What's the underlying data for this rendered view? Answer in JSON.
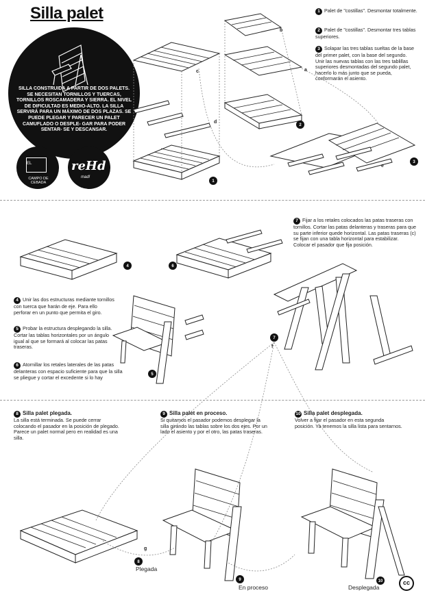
{
  "title": "Silla palet",
  "intro": "SILLA CONSTRUIDA A PARTIR DE DOS PALETS. SE NECESITAN TORNILLOS Y TUERCAS, TORNILLOS ROSCAMADERA Y SIERRA. EL NIVEL DE DIFICULTAD ES MEDIO-ALTO. LA SILLA SERVIRÁ PARA UN MÁXIMO DE DOS PLAZAS. SE PUEDE PLEGAR Y PARECER UN PALET CAMUFLADO O DESPLE- GAR PARA PODER SENTAR- SE Y DESCANSAR.",
  "logos": {
    "logo1_small": "EL",
    "logo1_text": "CAMPO DE CEBADA",
    "logo2_text": "reHd",
    "logo2_small": "mad!"
  },
  "steps": [
    {
      "num": "1",
      "text": "Palet de \"costillas\". Desmontar totalmente."
    },
    {
      "num": "2",
      "text": "Palet de \"costillas\". Desmontar tres tablas superiores."
    },
    {
      "num": "3",
      "text": "Solapar las tres tablas sueltas de la base del primer palet, con la base del segundo. Unir las nuevas tablas con las tres tablillas superiores desmontadas del segundo palet, hacerlo lo más junto que se pueda, conformarán el asiento."
    },
    {
      "num": "4",
      "text": "Unir las dos estructuras mediante tornillos con tuerca que harán de eje. Para ello perforar en un punto que permita el giro."
    },
    {
      "num": "5",
      "text": "Probar la estructura desplegando la silla. Cortar las tablas horizontales por un ángulo igual al que se formará al colocar las patas traseras."
    },
    {
      "num": "6",
      "text": "Atornillar los retales laterales de las patas delanteras con espacio suficiente para que la silla se pliegue y cortar el excedente si lo hay"
    },
    {
      "num": "7",
      "text": "Fijar a los retales colocados las patas traseras con tornillos. Cortar las patas delanteras y traseras para que su parte inferior quede horizontal. Las patas traseras (c) se fijan con una tabla horizontal para estabilizar. Colocar el pasador que fija posición."
    },
    {
      "num": "8",
      "heading": "Silla palet plegada.",
      "text": "La silla está terminada. Se puede cerrar colocando el pasador en la posición de plegado. Parece un palet normal pero en realidad es una silla."
    },
    {
      "num": "9",
      "heading": "Silla palet en proceso.",
      "text": "Si quitamos el pasador podemos desplegar la silla girando las tablas sobre los dos ejes. Por un lado el asiento y por el otro, las patas traseras."
    },
    {
      "num": "10",
      "heading": "Silla palet desplegada.",
      "text": "Volver a fijar el pasador en esta segunda posición. Ya tenemos la silla lista para sentarnos."
    }
  ],
  "captions": {
    "plegada": "Plegada",
    "proceso": "En proceso",
    "desplegada": "Desplegada"
  },
  "markers": [
    "1",
    "2",
    "3",
    "4",
    "5",
    "6",
    "7",
    "8",
    "9",
    "10"
  ],
  "letters": [
    "a",
    "b",
    "c",
    "d",
    "e",
    "f",
    "g"
  ],
  "license": "cc"
}
